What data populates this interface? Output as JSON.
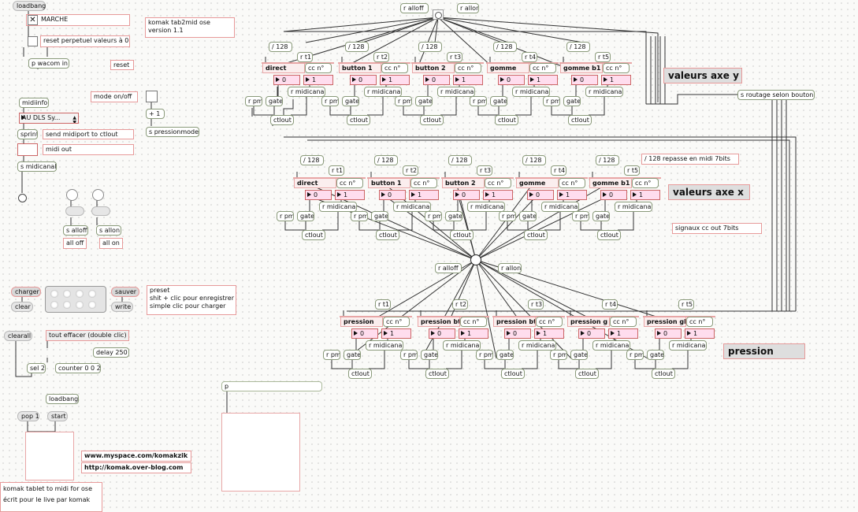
{
  "patch": {
    "loadbang": "loadbang",
    "marche": "MARCHE",
    "reset_comment": "reset perpetuel valeurs à 0",
    "title_comment": "komak tab2mid ose\nversion 1.1",
    "p_wacom": "p wacom in",
    "reset": "reset",
    "mode_onoff": "mode on/off",
    "plus_one": "+ 1",
    "s_pressionmode": "s pressionmode",
    "midiinfo": "midiinfo",
    "midi_menu": "AU DLS Sy...",
    "sprint": "sprint",
    "send_midiport": "send midiport to ctlout",
    "midi_out": "midi out",
    "s_midicanal": "s midicanal",
    "s_alloff": "s alloff",
    "s_allon": "s allon",
    "all_off": "all off",
    "all_on": "all on",
    "charger": "charger",
    "sauver": "sauver",
    "clear": "clear",
    "write": "write",
    "clearall": "clearall",
    "preset_comment": "preset\nshit + clic pour enregistrer\nsimple clic pour charger",
    "tout_effacer": "tout effacer (double clic)",
    "delay": "delay 250",
    "sel2": "sel 2",
    "counter": "counter 0 0 2",
    "pop": "pop 1",
    "start": "start",
    "link1": "www.myspace.com/komakzik",
    "link2": "http://komak.over-blog.com",
    "credits1": "komak tablet to midi for ose",
    "credits2": "écrit pour le live par komak",
    "p_message": "p",
    "r_alloff": "r alloff",
    "r_allon": "r allon",
    "routage": "s routage selon bouton",
    "repasse": "/ 128 repasse en midi 7bits",
    "signaux": "signaux cc out 7bits",
    "ctlout": "ctlout",
    "gate": "gate",
    "rpm": "r pm",
    "r_midicanal": "r midicanal",
    "div128": "/ 128",
    "cc": "cc n°",
    "section_y": "valeurs axe y",
    "section_x": "valeurs axe x",
    "section_p": "pression",
    "row_y": [
      {
        "label": "direct",
        "recv": "r t1",
        "num": "0",
        "cc": "1"
      },
      {
        "label": "button 1",
        "recv": "r t2",
        "num": "0",
        "cc": "1"
      },
      {
        "label": "button 2",
        "recv": "r t3",
        "num": "0",
        "cc": "1"
      },
      {
        "label": "gomme",
        "recv": "r t4",
        "num": "0",
        "cc": "1"
      },
      {
        "label": "gomme b1",
        "recv": "r t5",
        "num": "0",
        "cc": "1"
      }
    ],
    "row_x": [
      {
        "label": "direct",
        "recv": "r t1",
        "num": "0",
        "cc": "1"
      },
      {
        "label": "button 1",
        "recv": "r t2",
        "num": "0",
        "cc": "1"
      },
      {
        "label": "button 2",
        "recv": "r t3",
        "num": "0",
        "cc": "1"
      },
      {
        "label": "gomme",
        "recv": "r t4",
        "num": "0",
        "cc": "1"
      },
      {
        "label": "gomme b1",
        "recv": "r t5",
        "num": "0",
        "cc": "1"
      }
    ],
    "row_p": [
      {
        "label": "pression",
        "recv": "r t1",
        "num": "0",
        "cc": "1"
      },
      {
        "label": "pression bt1",
        "recv": "r t2",
        "num": "0",
        "cc": "1"
      },
      {
        "label": "pression bt2",
        "recv": "r t3",
        "num": "0",
        "cc": "1"
      },
      {
        "label": "pression g",
        "recv": "r t4",
        "num": "0",
        "cc": "1"
      },
      {
        "label": "pression gb1",
        "recv": "r t5",
        "num": "0",
        "cc": "1"
      }
    ],
    "icons": {
      "close": "close-icon",
      "bang": "bang-icon",
      "slider": "slider-knob-icon",
      "hub": "hub-icon"
    },
    "accent": "#e79a9a"
  }
}
